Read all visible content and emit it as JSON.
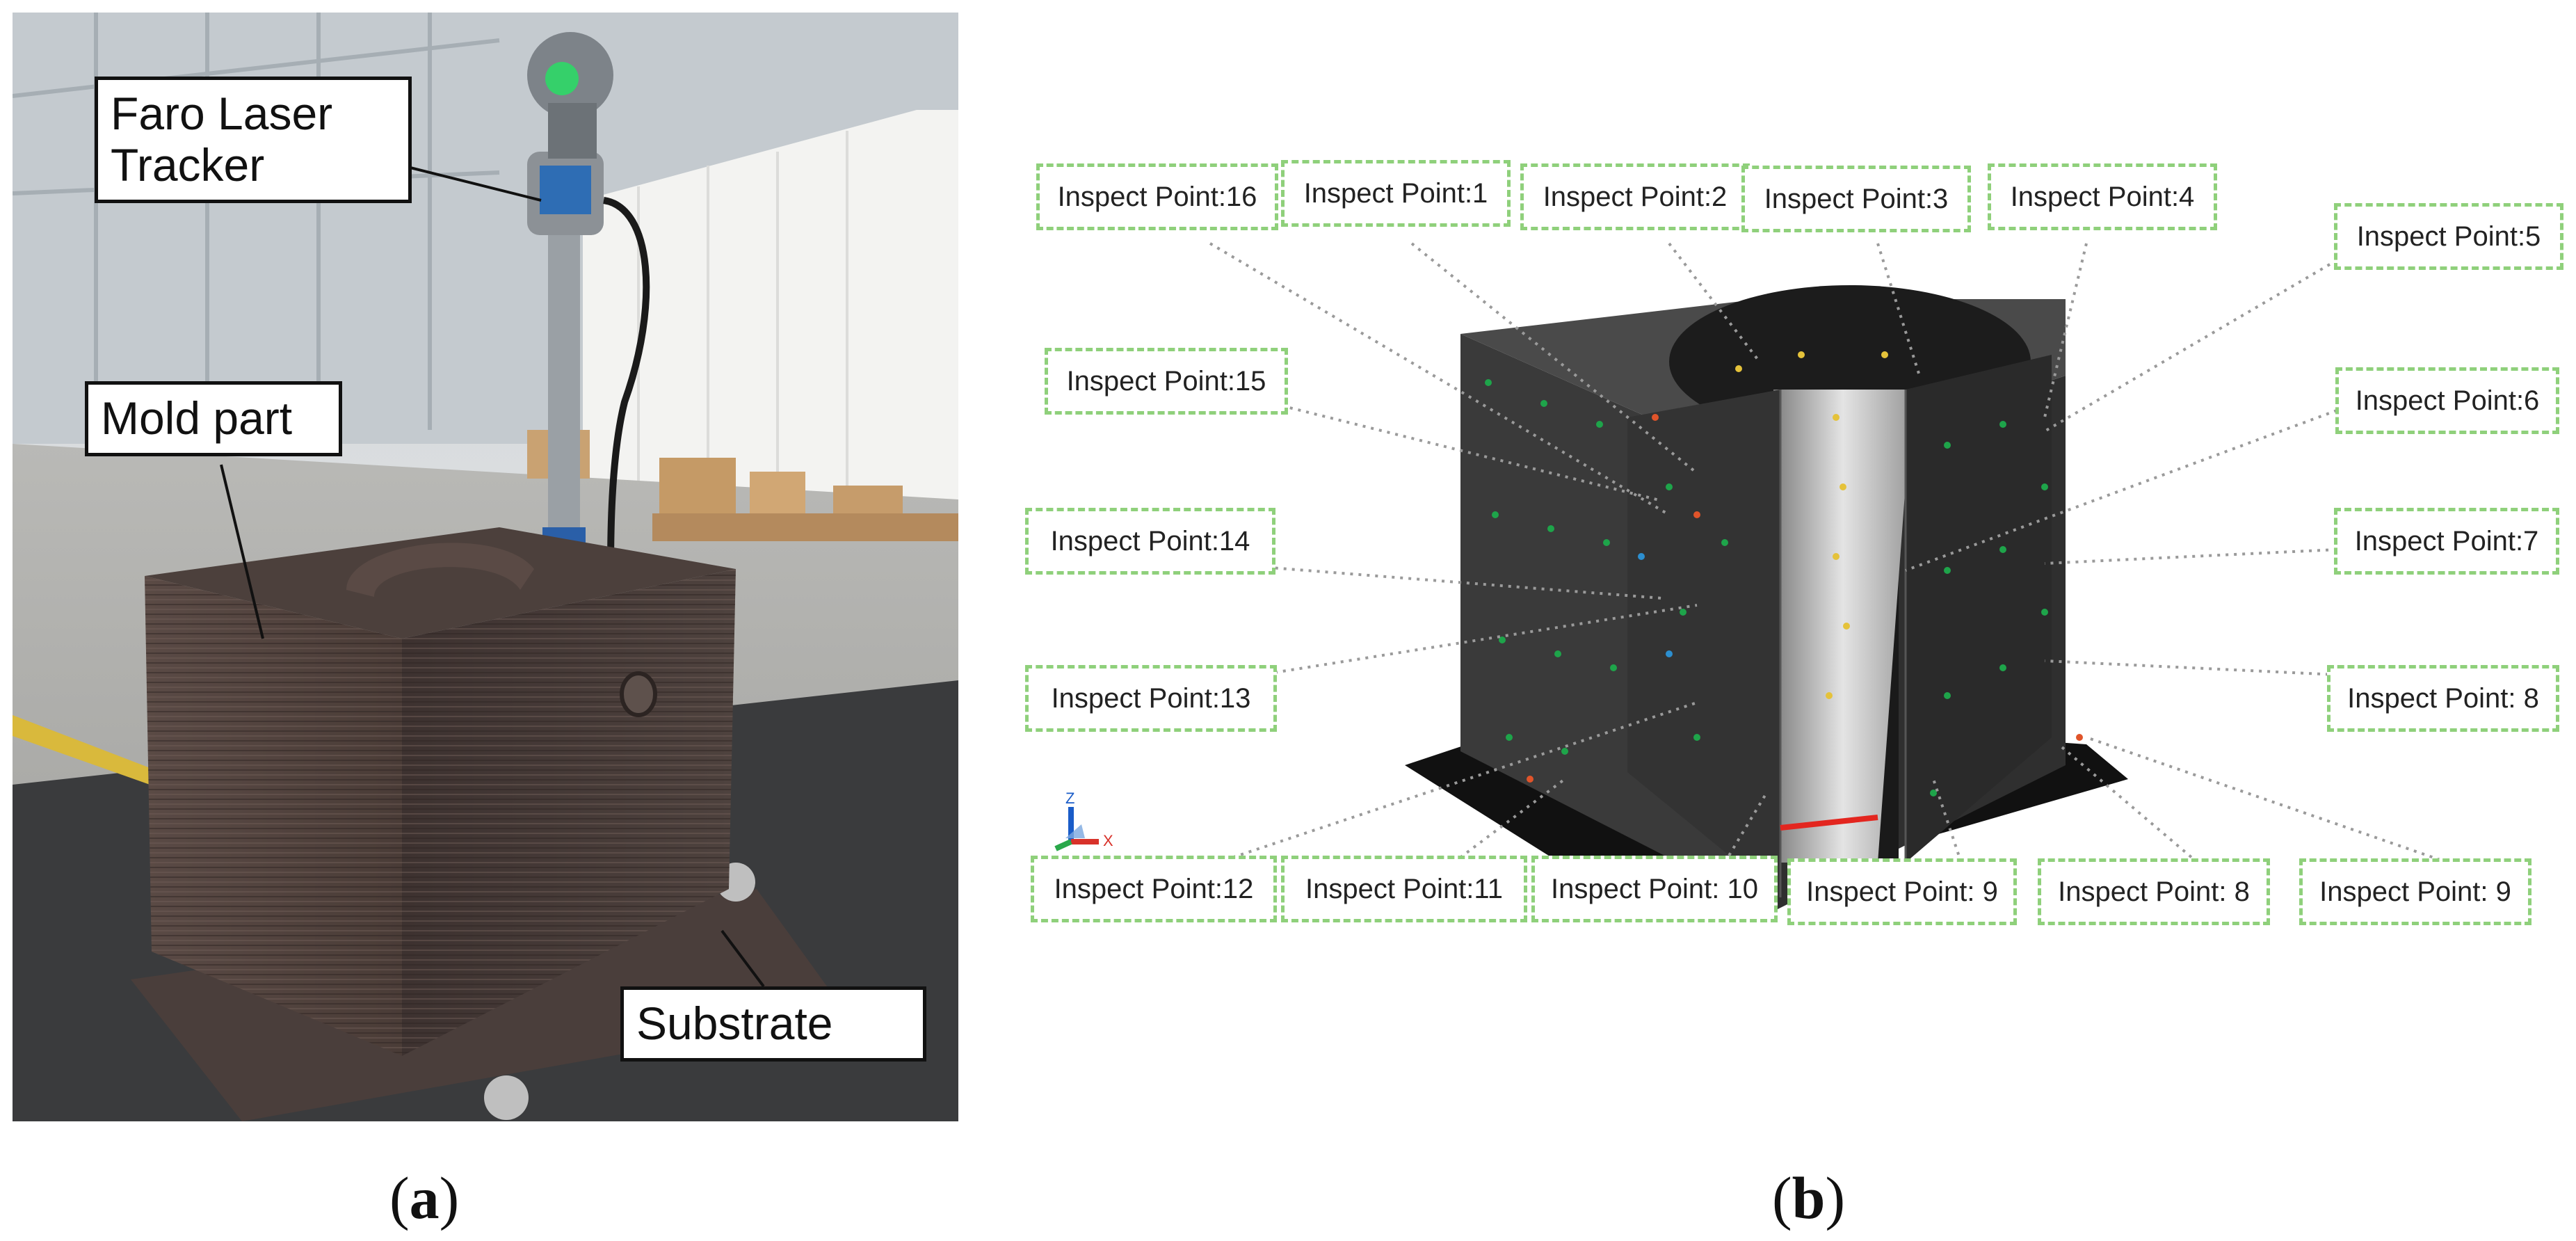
{
  "panel_a": {
    "labels": {
      "tracker": "Faro Laser Tracker",
      "mold": "Mold part",
      "substrate": "Substrate"
    },
    "caption": "a"
  },
  "panel_b": {
    "inspect_points": [
      "Inspect Point:16",
      "Inspect Point:1",
      "Inspect Point:2",
      "Inspect Point:3",
      "Inspect Point:4",
      "Inspect Point:5",
      "Inspect Point:15",
      "Inspect Point:6",
      "Inspect Point:14",
      "Inspect Point:7",
      "Inspect Point:13",
      "Inspect Point: 8",
      "Inspect Point:12",
      "Inspect Point:11",
      "Inspect Point: 10",
      "Inspect Point: 9",
      "Inspect Point: 8",
      "Inspect Point: 9"
    ],
    "axes": {
      "z": "Z",
      "x": "X"
    },
    "caption": "b"
  }
}
